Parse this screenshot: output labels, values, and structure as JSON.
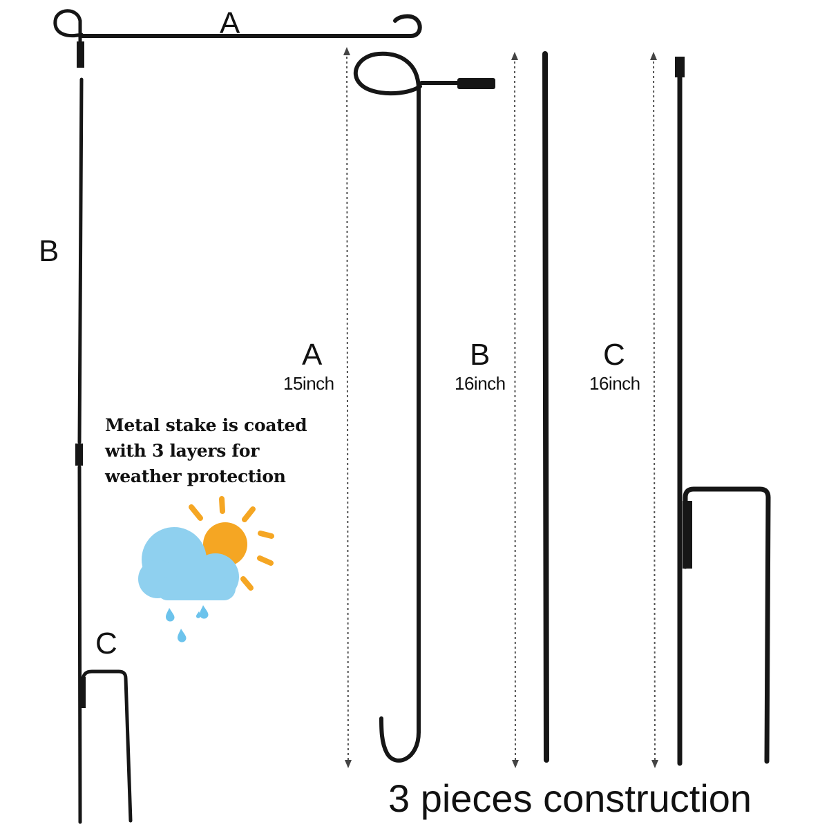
{
  "assembled_labels": {
    "top_bar": "A",
    "pole": "B",
    "stake": "C"
  },
  "pieces": [
    {
      "letter": "A",
      "length": "15inch"
    },
    {
      "letter": "B",
      "length": "16inch"
    },
    {
      "letter": "C",
      "length": "16inch"
    }
  ],
  "note": {
    "line1": "Metal stake is coated",
    "line2": "with 3 layers for",
    "line3": "weather protection"
  },
  "footer": "3 pieces construction",
  "weather_icon": "sun-cloud-rain-icon",
  "colors": {
    "rod": "#161616",
    "cloud": "#8fd0ef",
    "sun": "#f5a623",
    "rain": "#6cc3ec",
    "dimension_line": "#555555"
  }
}
